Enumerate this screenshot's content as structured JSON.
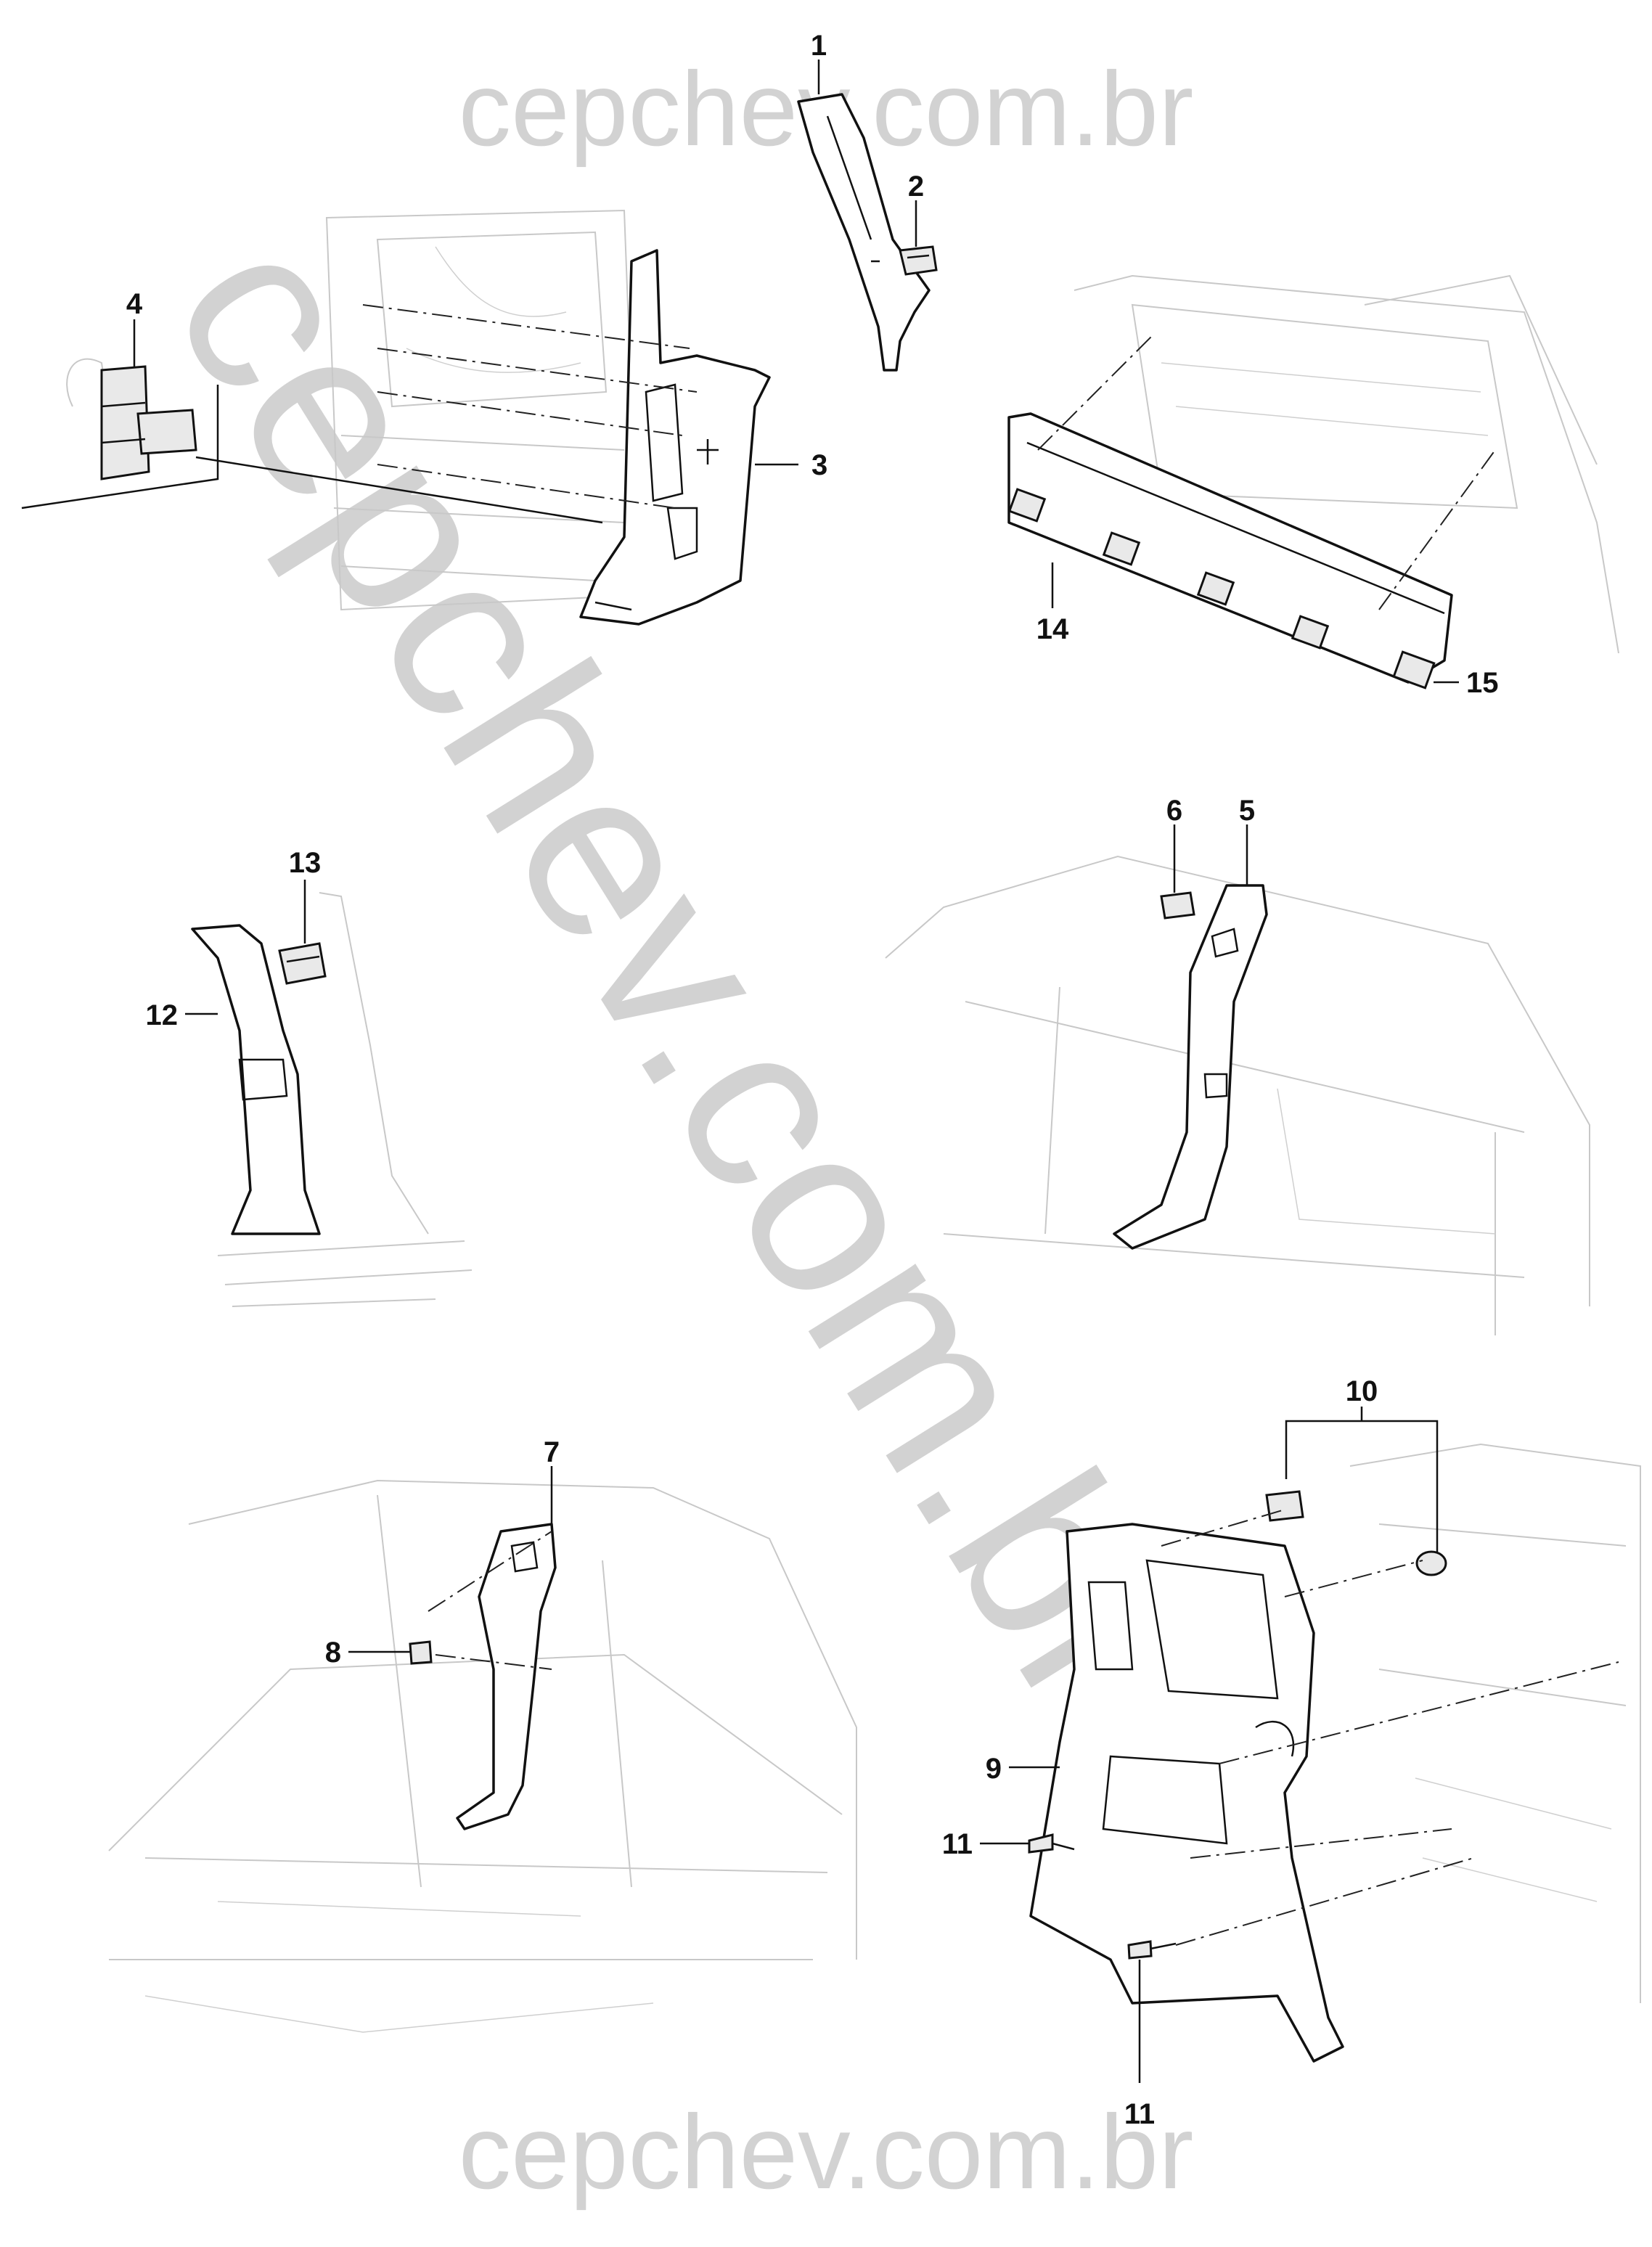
{
  "watermarks": {
    "top": "cepchev.com.br",
    "bottom": "cepchev.com.br",
    "diagonal": "cepchev.com.br"
  },
  "callouts": {
    "c1": "1",
    "c2": "2",
    "c3": "3",
    "c4": "4",
    "c5": "5",
    "c6": "6",
    "c7": "7",
    "c8": "8",
    "c9": "9",
    "c10": "10",
    "c11a": "11",
    "c11b": "11",
    "c12": "12",
    "c13": "13",
    "c14": "14",
    "c15": "15"
  },
  "colors": {
    "ink": "#111111",
    "watermark": "#d2d2d2",
    "background_vehicle": "#c8c8c8"
  }
}
